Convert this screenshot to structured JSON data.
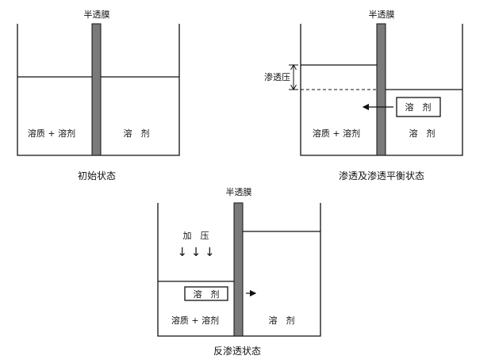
{
  "panels": {
    "initial": {
      "membrane_label": "半透膜",
      "left_text": "溶质 + 溶剂",
      "right_text": "溶　剂",
      "caption": "初始状态"
    },
    "osmosis": {
      "membrane_label": "半透膜",
      "pressure_label": "渗透压",
      "box_label": "溶　剂",
      "left_text": "溶质 + 溶剂",
      "right_text": "溶　剂",
      "caption": "渗透及渗透平衡状态"
    },
    "reverse": {
      "membrane_label": "半透膜",
      "pressure_text": "加　压",
      "pressure_arrows": "↓ ↓ ↓",
      "box_label": "溶　剂",
      "left_text": "溶质 + 溶剂",
      "right_text": "溶　剂",
      "caption": "反渗透状态"
    }
  },
  "colors": {
    "membrane": "#7a7a7a",
    "line": "#111111"
  }
}
